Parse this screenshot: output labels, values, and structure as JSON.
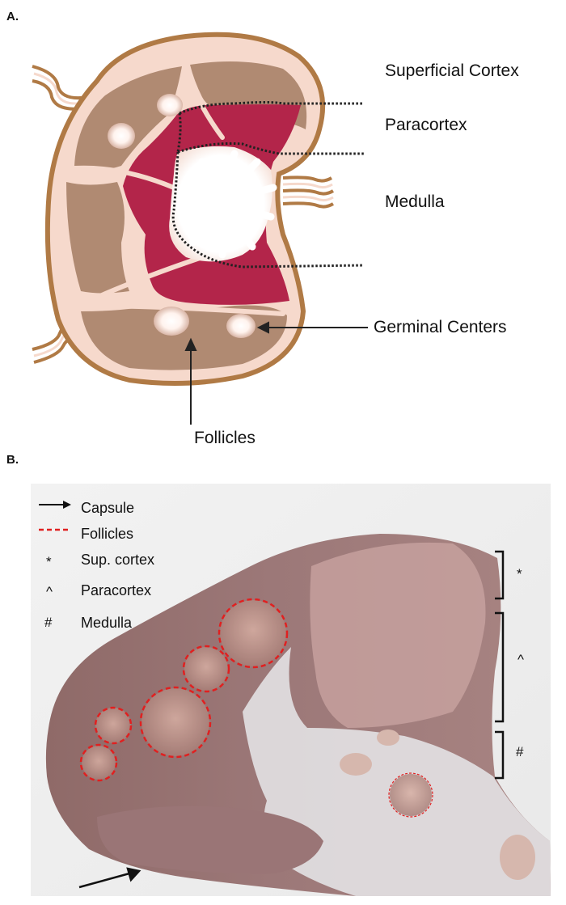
{
  "panel_a": {
    "label": "A.",
    "labels": {
      "superficial_cortex": "Superficial Cortex",
      "paracortex": "Paracortex",
      "medulla": "Medulla",
      "germinal_centers": "Germinal Centers",
      "follicles": "Follicles"
    }
  },
  "panel_b": {
    "label": "B.",
    "legend": {
      "capsule": "Capsule",
      "follicles": "Follicles",
      "sup_cortex_symbol": "*",
      "sup_cortex": "Sup. cortex",
      "paracortex_symbol": "^",
      "paracortex": "Paracortex",
      "medulla_symbol": "#",
      "medulla": "Medulla"
    },
    "bracket_marks": {
      "sup_cortex": "*",
      "paracortex": "^",
      "medulla": "#"
    }
  },
  "colors": {
    "capsule_outline": "#b07a45",
    "trabeculae": "#f6d9cc",
    "cortex_brown": "#b08a72",
    "paracortex_crimson": "#b3254a",
    "medulla_white": "#ffffff",
    "follicle_circle": "#e02020",
    "tissue_pink": "#a77c78"
  }
}
